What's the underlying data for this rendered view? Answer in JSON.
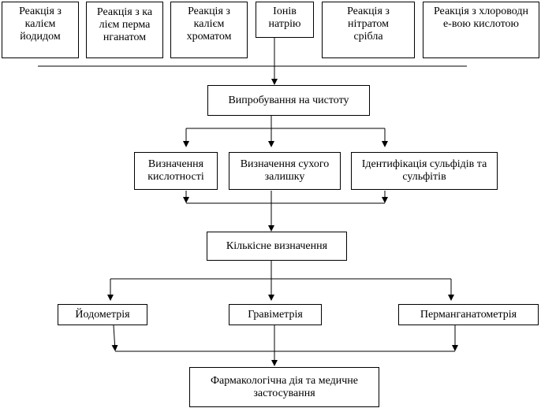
{
  "reactions": [
    {
      "label": "Реакція з калієм йодидом"
    },
    {
      "label": "Реакція з калієм перманганатом"
    },
    {
      "label": "Реакція з калієм хроматом"
    },
    {
      "label": "Іонів натрію"
    },
    {
      "label": "Реакція з нітратом срібла"
    },
    {
      "label": "Реакція з хлороводне-вою кислотою"
    }
  ],
  "purity_test": {
    "label": "Випробування на чистоту"
  },
  "purity_checks": [
    {
      "label": "Визначення кислотності"
    },
    {
      "label": "Визначення сухого залишку"
    },
    {
      "label": "Ідентифікація сульфідів та сульфітів"
    }
  ],
  "quantitative": {
    "label": "Кількісне визначення"
  },
  "methods": [
    {
      "label": "Йодометрія"
    },
    {
      "label": "Гравіметрія"
    },
    {
      "label": "Перманганатометрія"
    }
  ],
  "final": {
    "label": "Фармакологічна дія та медичне застосування"
  }
}
